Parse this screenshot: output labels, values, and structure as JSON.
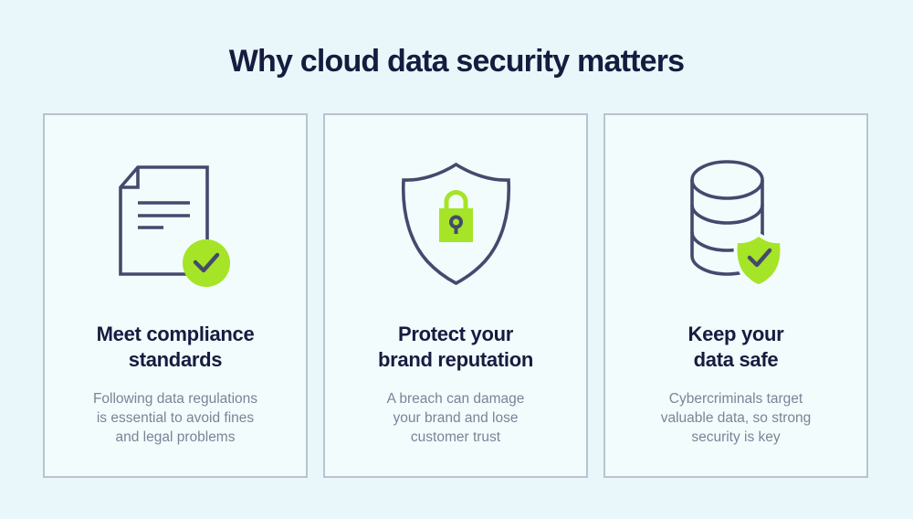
{
  "page": {
    "title": "Why cloud data security matters",
    "colors": {
      "background": "#e9f7fa",
      "card_bg": "#f2fcfd",
      "card_border": "#b9c4ce",
      "title": "#161c3f",
      "icon_navy": "#444a6d",
      "accent_green": "#a5e427",
      "body_text": "#7c8396"
    }
  },
  "cards": [
    {
      "icon": "document-check-icon",
      "heading": "Meet compliance\nstandards",
      "body": "Following data regulations\nis essential to avoid fines\nand legal problems"
    },
    {
      "icon": "shield-lock-icon",
      "heading": "Protect your\nbrand reputation",
      "body": "A breach can damage\nyour brand and lose\ncustomer trust"
    },
    {
      "icon": "database-shield-icon",
      "heading": "Keep your\ndata safe",
      "body": "Cybercriminals target\nvaluable data, so strong\nsecurity is key"
    }
  ]
}
